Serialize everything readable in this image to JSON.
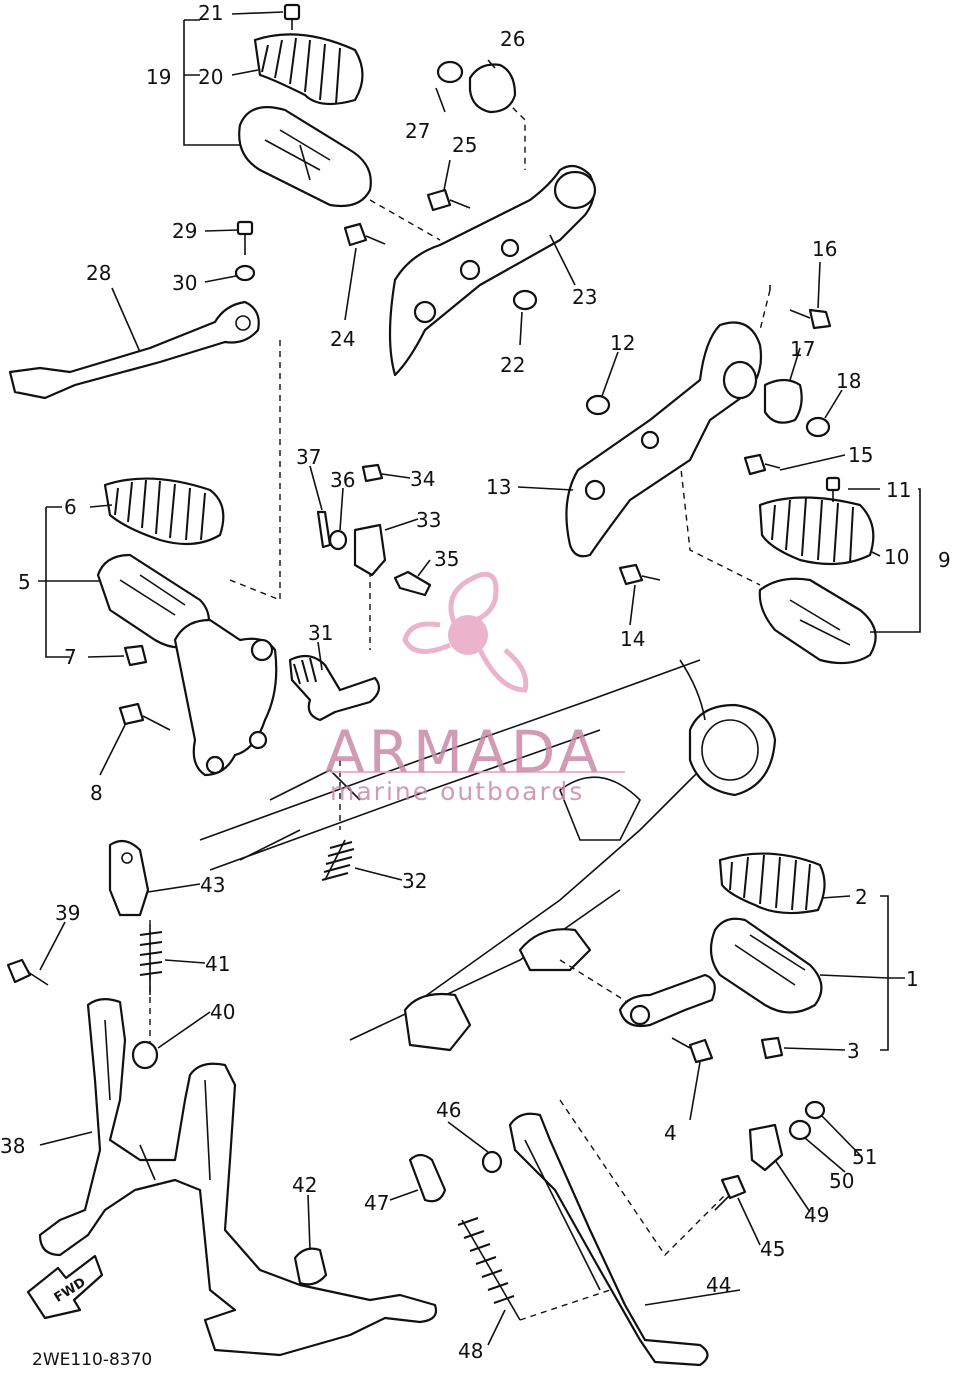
{
  "labels": [
    "1",
    "2",
    "3",
    "4",
    "5",
    "6",
    "7",
    "8",
    "9",
    "10",
    "11",
    "12",
    "13",
    "14",
    "15",
    "16",
    "17",
    "18",
    "19",
    "20",
    "21",
    "22",
    "23",
    "24",
    "25",
    "26",
    "27",
    "28",
    "29",
    "30",
    "31",
    "32",
    "33",
    "34",
    "35",
    "36",
    "37",
    "38",
    "39",
    "40",
    "41",
    "42",
    "43",
    "44",
    "45",
    "46",
    "47",
    "48",
    "49",
    "50",
    "51"
  ],
  "drawing_code": "2WE110-8370",
  "watermark": {
    "brand": "ARMADA",
    "tagline": "marine outboards",
    "color": "#e8a7c4"
  },
  "direction_arrow": "FWD"
}
